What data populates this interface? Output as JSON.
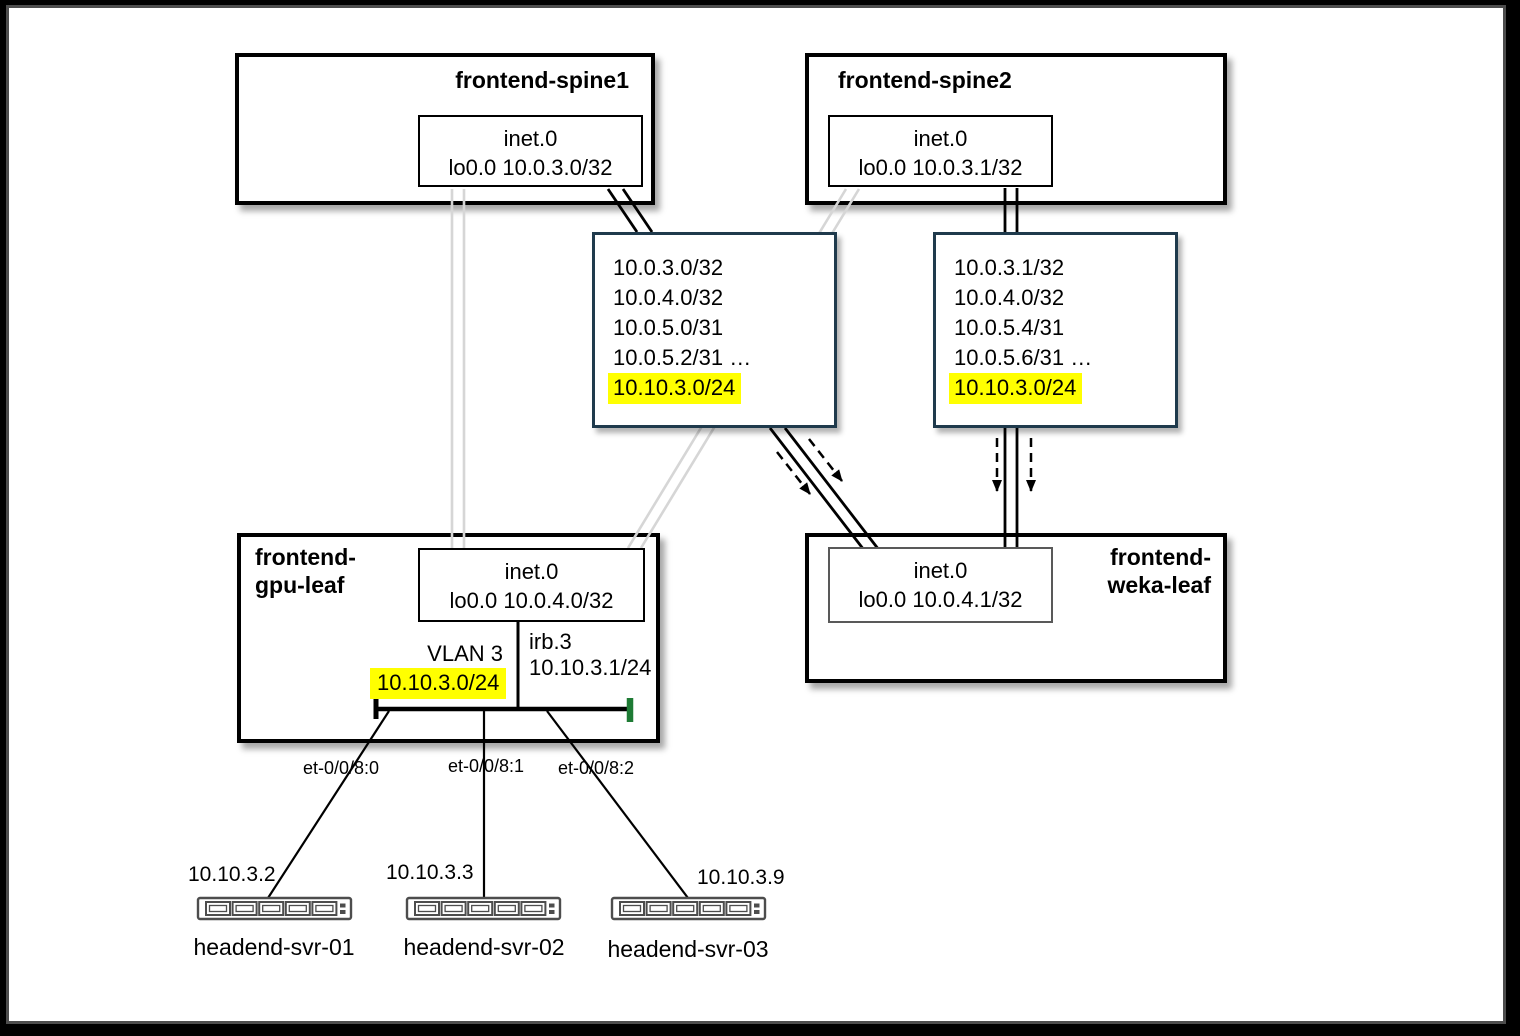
{
  "colors": {
    "highlight": "#ffff00",
    "route_box_border": "#1f3a4c",
    "link_secondary_gray": "#d6d6d6",
    "link_primary_black": "#000000",
    "bus_terminator_green": "#1e7b34"
  },
  "spine1": {
    "title": "frontend-spine1",
    "inet": {
      "table": "inet.0",
      "loopback": "lo0.0 10.0.3.0/32"
    }
  },
  "spine2": {
    "title": "frontend-spine2",
    "inet": {
      "table": "inet.0",
      "loopback": "lo0.0 10.0.3.1/32"
    }
  },
  "route_table_spine1": {
    "routes": [
      "10.0.3.0/32",
      "10.0.4.0/32",
      "10.0.5.0/31",
      "10.0.5.2/31 …"
    ],
    "highlighted_route": "10.10.3.0/24"
  },
  "route_table_spine2": {
    "routes": [
      "10.0.3.1/32",
      "10.0.4.0/32",
      "10.0.5.4/31",
      "10.0.5.6/31 …"
    ],
    "highlighted_route": "10.10.3.0/24"
  },
  "gpu_leaf": {
    "title_line1": "frontend-",
    "title_line2": "gpu-leaf",
    "inet": {
      "table": "inet.0",
      "loopback": "lo0.0 10.0.4.0/32"
    },
    "vlan": {
      "label": "VLAN 3",
      "subnet": "10.10.3.0/24"
    },
    "irb": {
      "label": "irb.3",
      "address": "10.10.3.1/24"
    }
  },
  "weka_leaf": {
    "title_line1": "frontend-",
    "title_line2": "weka-leaf",
    "inet": {
      "table": "inet.0",
      "loopback": "lo0.0 10.0.4.1/32"
    }
  },
  "interfaces": [
    {
      "label": "et-0/0/8:0"
    },
    {
      "label": "et-0/0/8:1"
    },
    {
      "label": "et-0/0/8:2"
    }
  ],
  "servers": [
    {
      "ip": "10.10.3.2",
      "name": "headend-svr-01"
    },
    {
      "ip": "10.10.3.3",
      "name": "headend-svr-02"
    },
    {
      "ip": "10.10.3.9",
      "name": "headend-svr-03"
    }
  ]
}
